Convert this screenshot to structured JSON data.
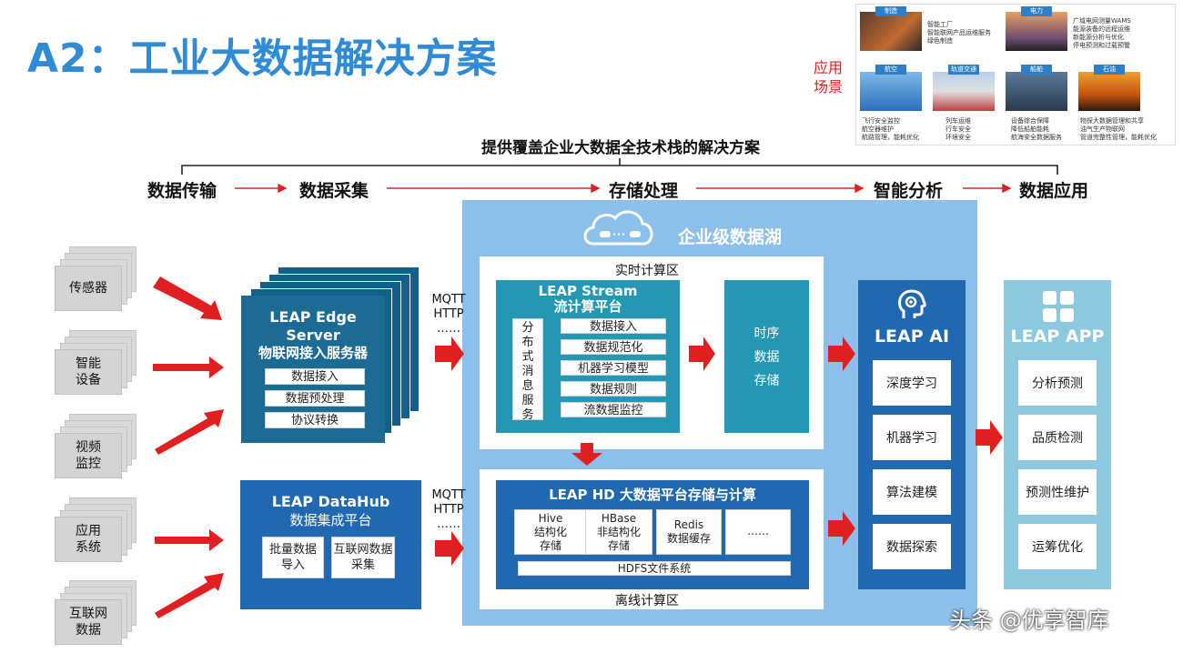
{
  "title": "A2：工业大数据解决方案",
  "brace_label": "提供覆盖企业大数据全技术栈的解决方案",
  "stages": [
    "数据传输",
    "数据采集",
    "存储处理",
    "智能分析",
    "数据应用"
  ],
  "sources": [
    "传感器",
    "智能\n设备",
    "视频\n监控",
    "应用\n系统",
    "互联网\n数据"
  ],
  "edge": {
    "title": "LEAP Edge\nServer",
    "subtitle": "物联网接入服务器",
    "items": [
      "数据接入",
      "数据预处理",
      "协议转换"
    ]
  },
  "datahub": {
    "title": "LEAP DataHub",
    "subtitle": "数据集成平台",
    "items": [
      "批量数据\n导入",
      "互联网数据\n采集"
    ]
  },
  "protocols": [
    "MQTT\nHTTP\n……",
    "MQTT\nHTTP\n……"
  ],
  "lake": {
    "title": "企业级数据湖",
    "realtime_label": "实时计算区",
    "offline_label": "离线计算区",
    "stream": {
      "title": "LEAP Stream\n流计算平台",
      "side": "分布式消息服务",
      "items": [
        "数据接入",
        "数据规范化",
        "机器学习模型",
        "数据规则",
        "流数据监控"
      ]
    },
    "timeseries": "时序\n数据\n存储",
    "hd": {
      "title": "LEAP HD 大数据平台存储与计算",
      "items": [
        "Hive\n结构化\n存储",
        "HBase\n非结构化\n存储",
        "Redis\n数据缓存",
        "……"
      ],
      "hdfs": "HDFS文件系统"
    }
  },
  "ai": {
    "title": "LEAP AI",
    "items": [
      "深度学习",
      "机器学习",
      "算法建模",
      "数据探索"
    ]
  },
  "app": {
    "title": "LEAP APP",
    "items": [
      "分析预测",
      "品质检测",
      "预测性维护",
      "运筹优化"
    ]
  },
  "scenario": {
    "label": "应用\n场景",
    "tiles": [
      {
        "tag": "制造",
        "bullets": [
          "智能工厂",
          "智能联网产品运维服务",
          "绿色制造"
        ]
      },
      {
        "tag": "电力",
        "bullets": [
          "广域电网测量WAMS",
          "能源装备的远程运维",
          "新能源分析与优化",
          "停电预测和过载预警"
        ]
      },
      {
        "tag": "航空",
        "bullets": [
          "飞行安全监控",
          "航空器维护",
          "航路管理，能耗优化"
        ]
      },
      {
        "tag": "轨道交通",
        "bullets": [
          "列车运维",
          "行车安全",
          "环境安全"
        ]
      },
      {
        "tag": "船舶",
        "bullets": [
          "设备综合保障",
          "降低船舶能耗",
          "航海安全数据服务"
        ]
      },
      {
        "tag": "石油",
        "bullets": [
          "物探大数据管理和共享",
          "油气生产物联网",
          "管道完整性管理，能耗优化"
        ]
      }
    ]
  },
  "watermark": "头条 @优享智库",
  "colors": {
    "title_blue": "#2f8bd6",
    "arrow_red": "#e02020",
    "dark_blue": "#2068b0",
    "teal": "#2498b3",
    "lake_blue": "#8cc0eb"
  }
}
